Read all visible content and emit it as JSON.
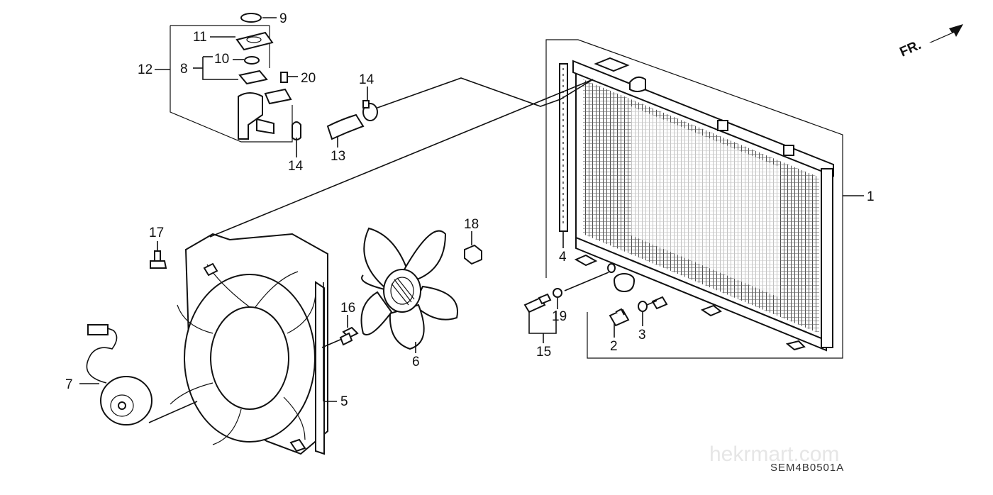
{
  "callouts": {
    "p1": "1",
    "p2": "2",
    "p3": "3",
    "p4": "4",
    "p5": "5",
    "p6": "6",
    "p7": "7",
    "p8": "8",
    "p9": "9",
    "p10": "10",
    "p11": "11",
    "p12": "12",
    "p13": "13",
    "p14a": "14",
    "p14b": "14",
    "p15": "15",
    "p16": "16",
    "p17": "17",
    "p18": "18",
    "p19": "19",
    "p20": "20"
  },
  "direction_label": "FR.",
  "diagram_code": "SEM4B0501A",
  "watermark": "hekrmart.com"
}
